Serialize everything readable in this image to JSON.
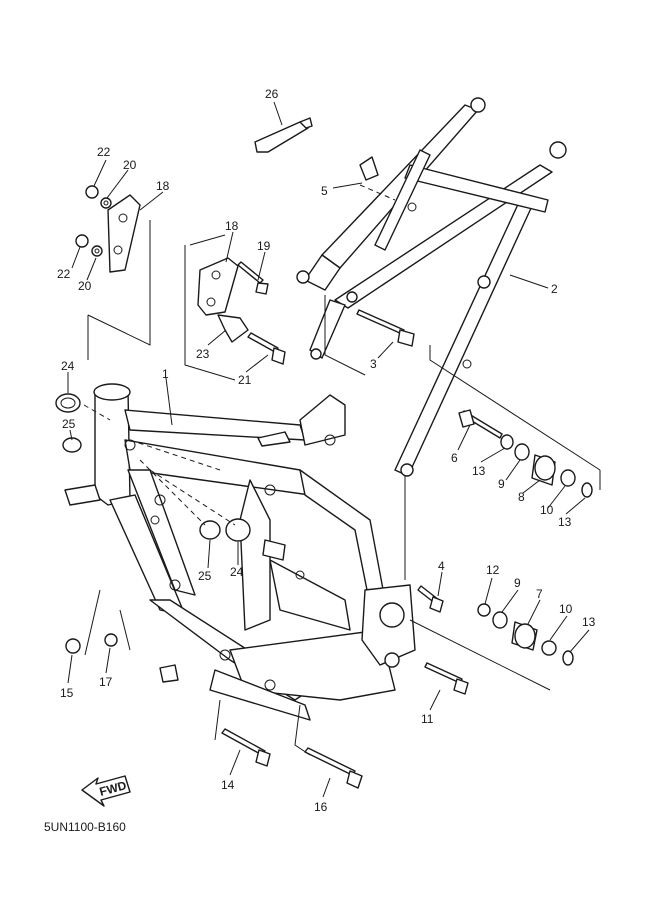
{
  "diagram_code": "5UN1100-B160",
  "fwd_label": "FWD",
  "callouts": {
    "c1": "1",
    "c2": "2",
    "c3": "3",
    "c4": "4",
    "c5": "5",
    "c6": "6",
    "c7": "7",
    "c8": "8",
    "c9a": "9",
    "c9b": "9",
    "c10a": "10",
    "c10b": "10",
    "c11": "11",
    "c12": "12",
    "c13a": "13",
    "c13b": "13",
    "c13c": "13",
    "c14": "14",
    "c15": "15",
    "c16": "16",
    "c17": "17",
    "c18a": "18",
    "c18b": "18",
    "c19": "19",
    "c20a": "20",
    "c20b": "20",
    "c21": "21",
    "c22a": "22",
    "c22b": "22",
    "c23": "23",
    "c24a": "24",
    "c24b": "24",
    "c25a": "25",
    "c25b": "25",
    "c26": "26"
  }
}
